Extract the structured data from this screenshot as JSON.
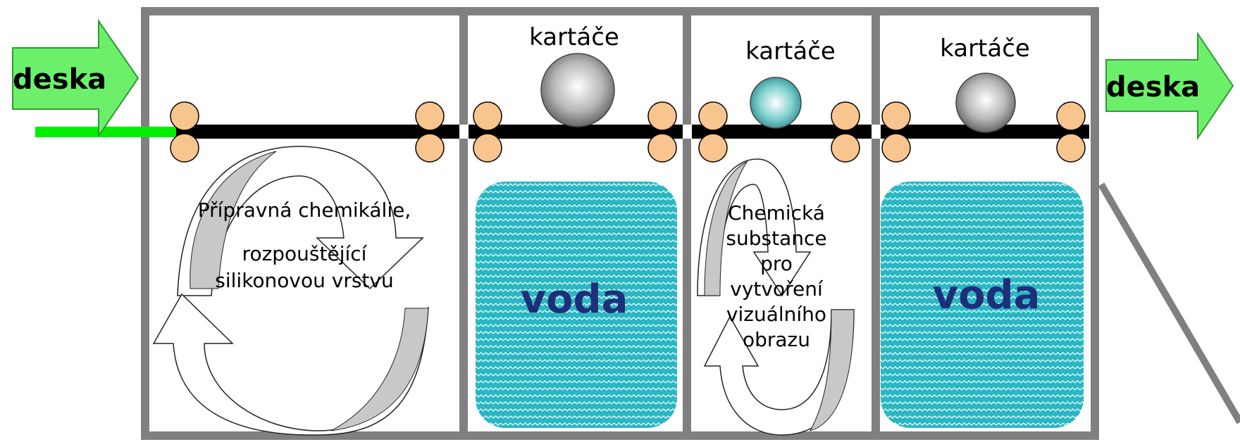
{
  "input_label": "deska",
  "output_label": "deska",
  "colors": {
    "frame": "#808080",
    "belt": "#000000",
    "belt_input": "#00ee00",
    "roller": "#f9c58e",
    "water": "#2ab7c3",
    "water_text": "#1d2f7a",
    "arrow_green": "#6cf06c",
    "cycle_gray": "#c8c8c8"
  },
  "stage1": {
    "text_line1": "Přípravná chemikálie,",
    "text_line2": "rozpouštějící",
    "text_line3": "silikonovou vrstvu"
  },
  "stage2": {
    "brush_label": "kartáče",
    "water_label": "voda"
  },
  "stage3": {
    "brush_label": "kartáče",
    "text_lines": [
      "Chemická",
      "substance",
      "pro",
      "vytvoření",
      "vizuálního",
      "obrazu"
    ]
  },
  "stage4": {
    "brush_label": "kartáče",
    "water_label": "voda"
  }
}
